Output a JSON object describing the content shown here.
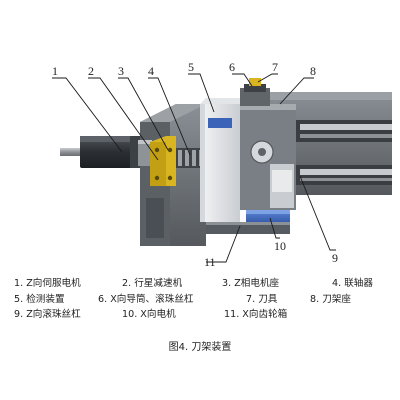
{
  "figure": {
    "callouts": [
      "1",
      "2",
      "3",
      "4",
      "5",
      "6",
      "7",
      "8",
      "9",
      "10",
      "11"
    ],
    "legend": [
      [
        "1. Z向伺服电机",
        "2. 行星减速机",
        "3. Z相电机座",
        "4. 联轴器"
      ],
      [
        "5. 检测装置",
        "6. X向导筒、滚珠丝杠",
        "7. 刀具",
        "8. 刀架座"
      ],
      [
        "9. Z向滚珠丝杠",
        "10. X向电机",
        "11. X向齿轮箱"
      ]
    ],
    "caption": "图4. 刀架装置"
  },
  "colors": {
    "housing": "#6e7378",
    "housing_dark": "#4a4f55",
    "housing_light": "#a8adb2",
    "motor": "#2f3338",
    "gear_yellow": "#d8b521",
    "coupling_blue": "#3b63b7",
    "leader": "#1a1a1a"
  }
}
